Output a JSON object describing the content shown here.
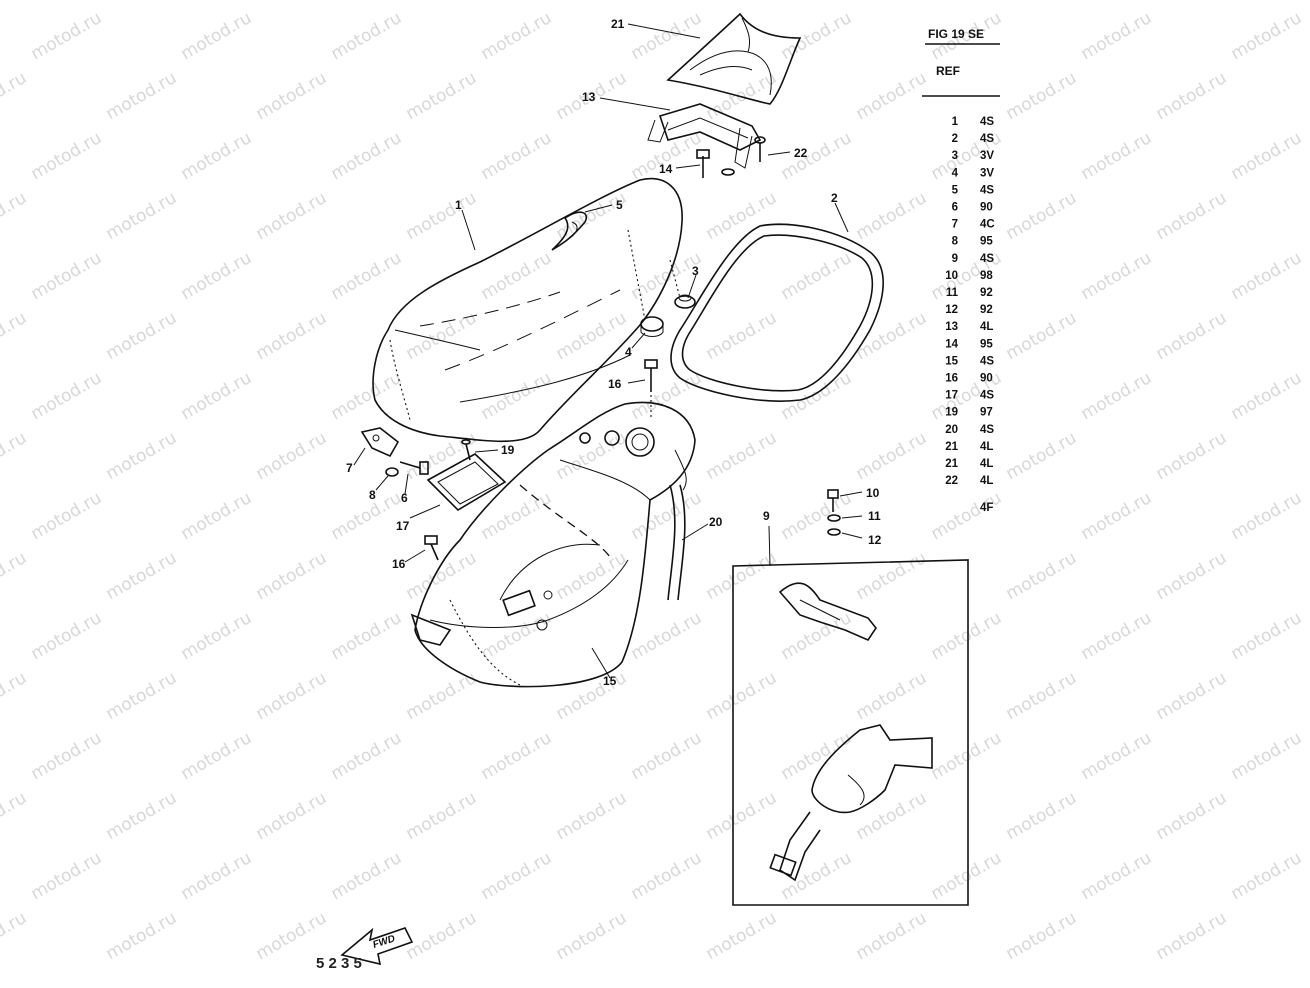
{
  "header": {
    "fig_title": "FIG 19  SE",
    "ref_label": "REF"
  },
  "watermark": {
    "text": "motod.ru"
  },
  "callouts": [
    "21",
    "13",
    "22",
    "14",
    "1",
    "5",
    "2",
    "3",
    "4",
    "16",
    "7",
    "8",
    "6",
    "19",
    "17",
    "20",
    "16",
    "15",
    "9",
    "10",
    "11",
    "12"
  ],
  "ref_table": [
    {
      "ref": "1",
      "code": "4S"
    },
    {
      "ref": "2",
      "code": "4S"
    },
    {
      "ref": "3",
      "code": "3V"
    },
    {
      "ref": "4",
      "code": "3V"
    },
    {
      "ref": "5",
      "code": "4S"
    },
    {
      "ref": "6",
      "code": "90"
    },
    {
      "ref": "7",
      "code": "4C"
    },
    {
      "ref": "8",
      "code": "95"
    },
    {
      "ref": "9",
      "code": "4S"
    },
    {
      "ref": "10",
      "code": "98"
    },
    {
      "ref": "11",
      "code": "92"
    },
    {
      "ref": "12",
      "code": "92"
    },
    {
      "ref": "13",
      "code": "4L"
    },
    {
      "ref": "14",
      "code": "95"
    },
    {
      "ref": "15",
      "code": "4S"
    },
    {
      "ref": "16",
      "code": "90"
    },
    {
      "ref": "17",
      "code": "4S"
    },
    {
      "ref": "19",
      "code": "97"
    },
    {
      "ref": "20",
      "code": "4S"
    },
    {
      "ref": "21",
      "code": "4L"
    },
    {
      "ref": "21",
      "code": "4L"
    },
    {
      "ref": "22",
      "code": "4L"
    },
    {
      "ref": "",
      "code": "4F"
    }
  ],
  "footer": {
    "fwd_label": "FWD",
    "marks": "5  2 3  5"
  }
}
